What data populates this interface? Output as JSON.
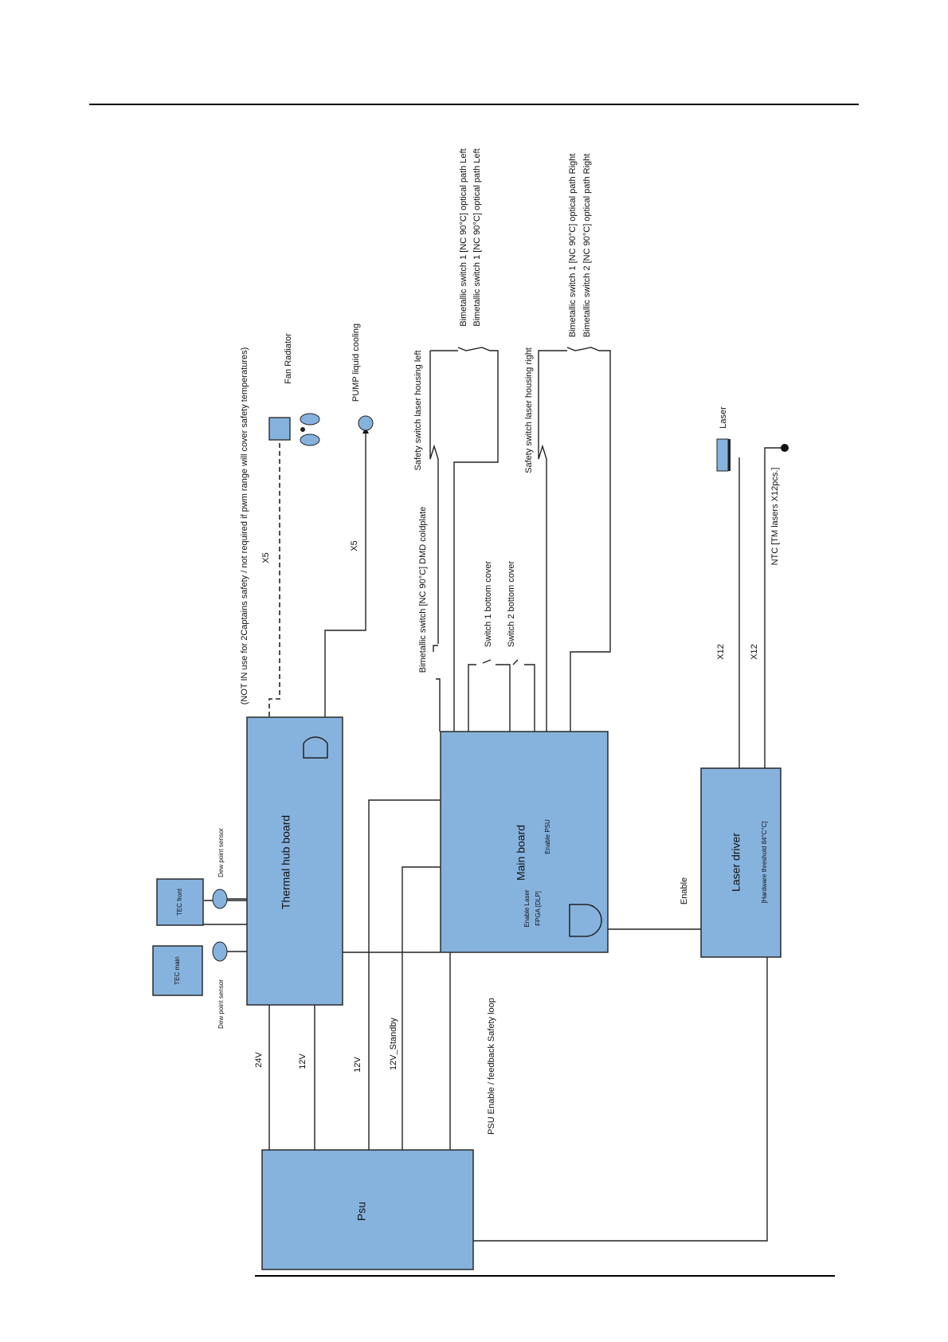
{
  "blocks": {
    "psu": "Psu",
    "thermal_hub": "Thermal hub board",
    "main_board": "Main board",
    "laser_driver": "Laser driver",
    "laser_driver_note": "[Hardware threshold 84°C°C]",
    "tec_main": "TEC main",
    "tec_front": "TEC front"
  },
  "labels": {
    "dew_point_sensor": "Dew point sensor",
    "fan_radiator": "Fan  Radiator",
    "pump": "PUMP  liquid cooling",
    "not_in_use": "(NOT IN use for 2Captains safety  / not required if  pwm range will cover safety temperatures)",
    "x5": "X5",
    "x12": "X12",
    "bimetallic_dmd": "Bimetallic switch [NC 90°C] DMD coldplate",
    "safety_left": "Safety switch laser housing left",
    "safety_right": "Safety switch laser housing right",
    "bimetal_left_1": "Bimetallic switch  1  [NC 90°C] optical path Left",
    "bimetal_left_2": "Bimetallic switch  1  [NC 90°C] optical path Left",
    "bimetal_right_1": "Bimetallic switch 1 [NC 90°C] optical path Right",
    "bimetal_right_2": "Bimetallic switch 2 [NC 90°C] optical path Right",
    "switch1_cover": "Switch 1  bottom cover",
    "switch2_cover": "Switch 2 bottom  cover",
    "laser": "Laser",
    "ntc": "NTC [TM lasers X12pcs.]",
    "enable_psu": "Enable PSU",
    "enable_laser": "Enable Laser",
    "fpga": "FPGA [DLP]",
    "enable": "Enable",
    "v24": "24V",
    "v12a": "12V",
    "v12b": "12V",
    "v12_standby": "12V_Standby",
    "psu_loop": "PSU Enable / feedback Safety loop"
  }
}
